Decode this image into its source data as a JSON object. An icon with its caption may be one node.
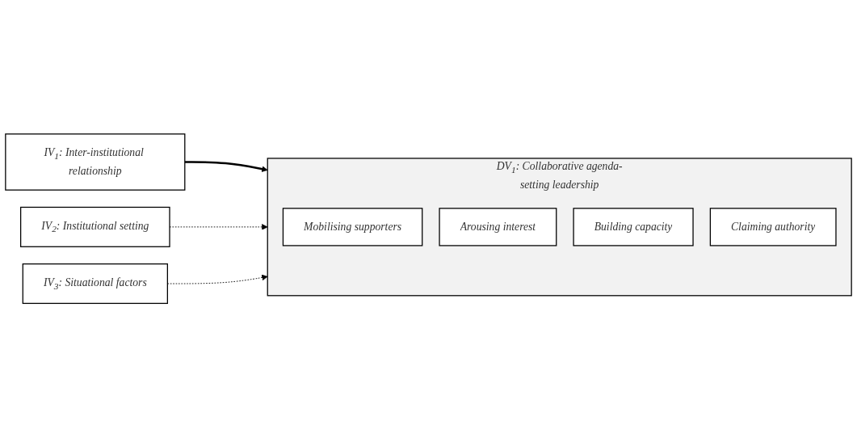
{
  "diagram": {
    "nodes": [
      {
        "text": [
          "IV$_{1}$: Inter-institutional relationship"
        ]
      },
      {
        "text": [
          "IV$_{2}$: Institutional setting"
        ]
      },
      {
        "text": [
          "IV$_{3}$: Situational factors"
        ]
      },
      {
        "text": [
          "DV$_{1}$: Collaborative agenda-setting leadership"
        ]
      },
      {
        "text": [
          "Mobilising supporters"
        ],
        "in": 3
      },
      {
        "text": [
          "Arousing interest"
        ],
        "in": 3
      },
      {
        "text": [
          "Building capacity"
        ],
        "in": 3
      },
      {
        "text": [
          "Claiming authority"
        ],
        "in": 3
      }
    ],
    "edges": [
      {
        "from": 0,
        "to": 3,
        "arrow": "to",
        "style": "thick"
      },
      {
        "from": 1,
        "to": 3,
        "arrow": "to",
        "style": "dashed"
      },
      {
        "from": 2,
        "to": 3,
        "arrow": "to",
        "style": "dashed"
      }
    ]
  }
}
